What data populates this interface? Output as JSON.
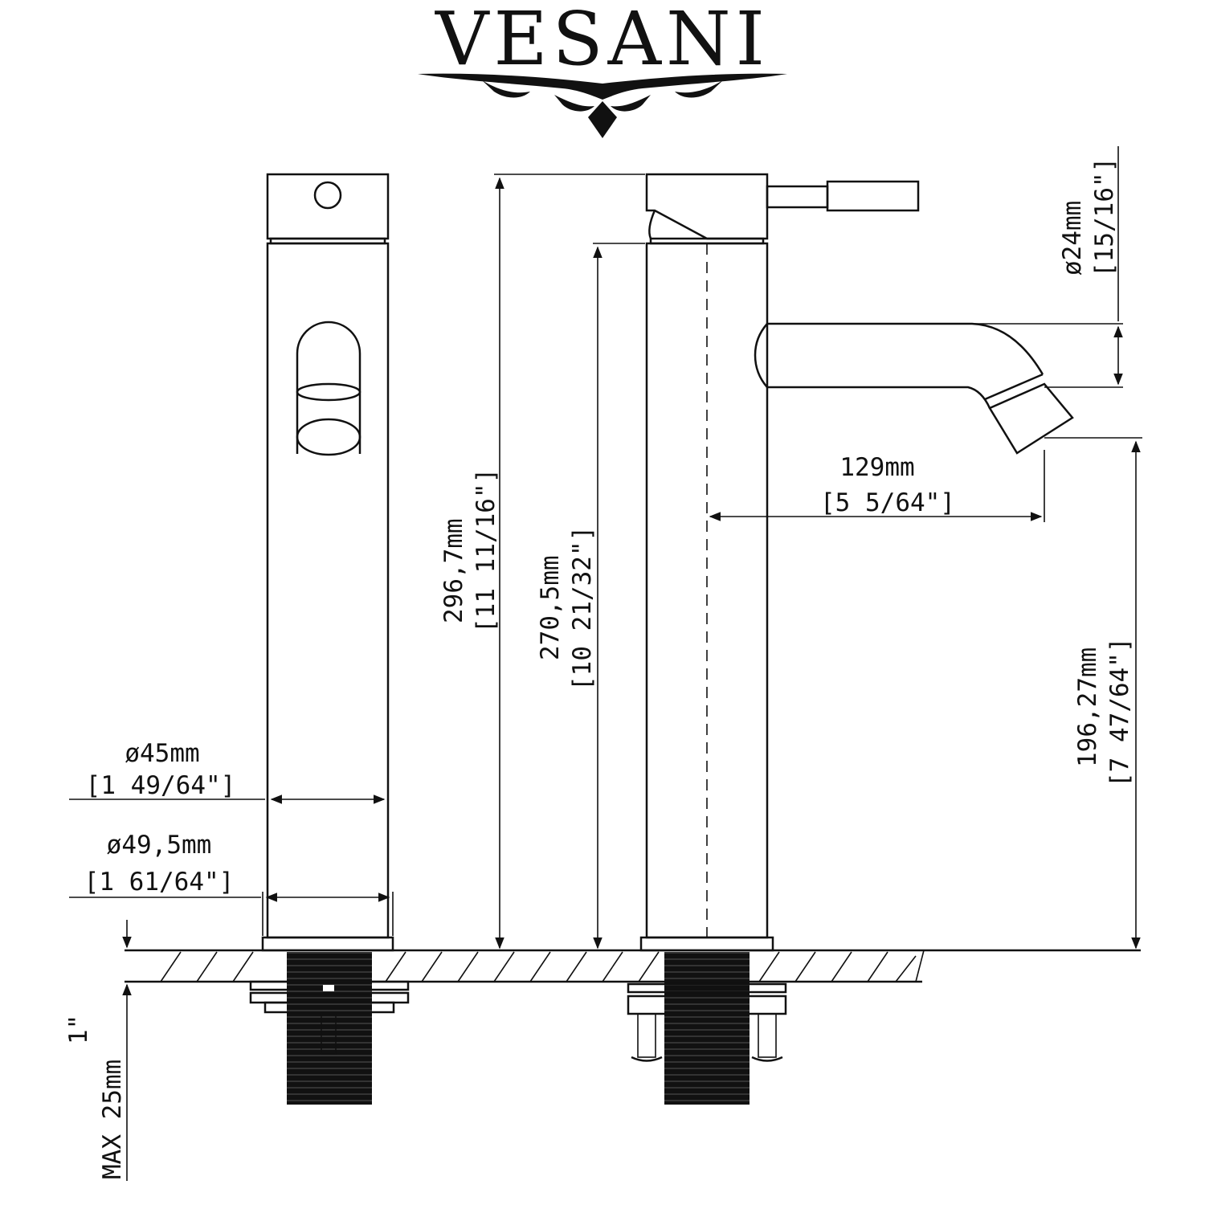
{
  "brand": {
    "name": "VESANI"
  },
  "dimensions": {
    "overall_height_mm": "296,7mm",
    "overall_height_in": "[11 11/16\"]",
    "body_height_mm": "270,5mm",
    "body_height_in": "[10 21/32\"]",
    "spout_height_mm": "196,27mm",
    "spout_height_in": "[7 47/64\"]",
    "spout_reach_mm": "129mm",
    "spout_reach_in": "[5 5/64\"]",
    "spout_diameter_mm": "ø24mm",
    "spout_diameter_in": "[15/16\"]",
    "body_diameter_mm": "ø45mm",
    "body_diameter_in": "[1 49/64\"]",
    "base_diameter_mm": "ø49,5mm",
    "base_diameter_in": "[1 61/64\"]",
    "max_deck_in": "1\"",
    "max_deck_mm": "MAX 25mm"
  }
}
